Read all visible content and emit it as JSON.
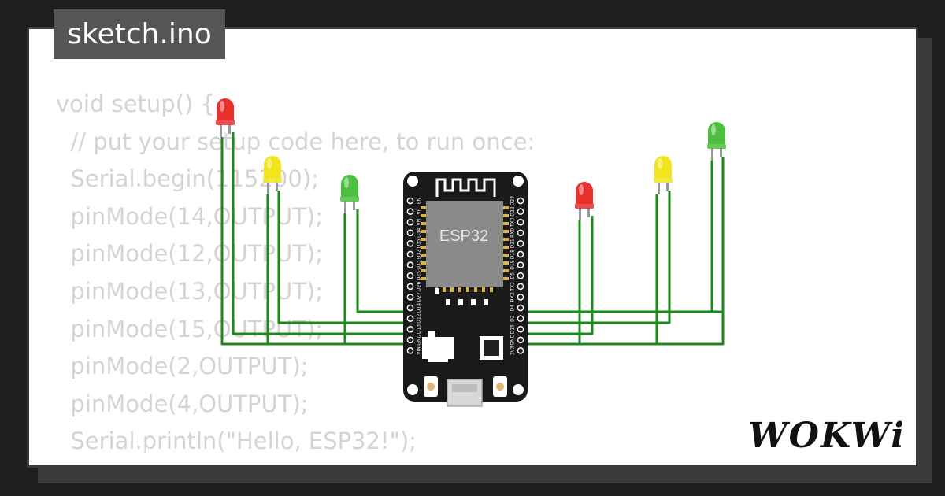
{
  "tab": {
    "filename": "sketch.ino"
  },
  "code_lines": [
    "void setup() {",
    "  // put your setup code here, to run once:",
    "  Serial.begin(115200);",
    "  pinMode(14,OUTPUT);",
    "  pinMode(12,OUTPUT);",
    "  pinMode(13,OUTPUT);",
    "  pinMode(15,OUTPUT);",
    "  pinMode(2,OUTPUT);",
    "  pinMode(4,OUTPUT);",
    "  Serial.println(\"Hello, ESP32!\");",
    "}"
  ],
  "board": {
    "chip_label": "ESP32",
    "left_pins": [
      "EN",
      "VP",
      "VN",
      "D34",
      "D35",
      "D32",
      "D33",
      "D25",
      "D26",
      "D27",
      "D14",
      "D12",
      "D13",
      "GND",
      "VIN"
    ],
    "right_pins": [
      "D23",
      "D22",
      "TX0",
      "RX0",
      "D21",
      "D19",
      "D18",
      "D5",
      "TX2",
      "RX2",
      "D4",
      "D2",
      "D15",
      "GND",
      "3V3"
    ]
  },
  "leds": [
    {
      "name": "led-red-left",
      "color": "red"
    },
    {
      "name": "led-yellow-left",
      "color": "yellow"
    },
    {
      "name": "led-green-left",
      "color": "green"
    },
    {
      "name": "led-red-right",
      "color": "red"
    },
    {
      "name": "led-yellow-right",
      "color": "yellow"
    },
    {
      "name": "led-green-right",
      "color": "green"
    }
  ],
  "colors": {
    "red": "#e8302c",
    "yellow": "#f2e51d",
    "green": "#4cbf3f",
    "wire": "#1a8a1a",
    "board": "#1a1a1a"
  },
  "branding": {
    "logo": "WOKWi"
  }
}
